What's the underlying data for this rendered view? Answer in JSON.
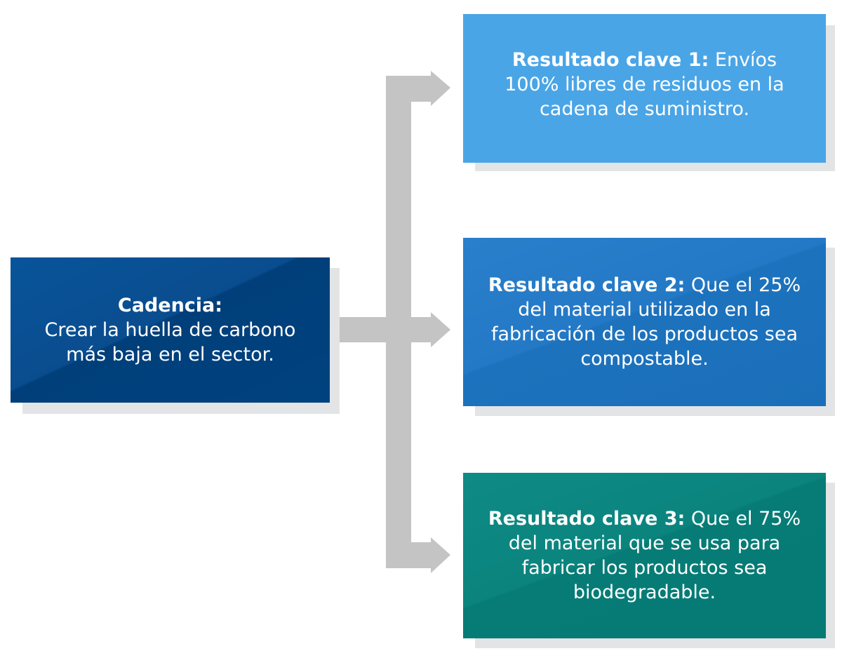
{
  "source": {
    "title": "Cadencia:",
    "text": "Crear la huella de carbono más baja en el sector."
  },
  "results": [
    {
      "title": "Resultado clave 1:",
      "text": "Envíos 100% libres de residuos en la cadena de suministro.",
      "color": "#4aa5e6"
    },
    {
      "title": "Resultado clave 2:",
      "text": "Que el 25% del material utilizado en la fabricación de los productos sea compostable.",
      "color": "#1f74c1"
    },
    {
      "title": "Resultado clave 3:",
      "text": "Que el 75% del material que se usa para fabricar los productos sea biodegradable.",
      "color": "#0a827c"
    }
  ],
  "colors": {
    "source_box": "#0a4d8f",
    "connector": "#c4c4c4",
    "shadow": "#e3e4e6"
  }
}
